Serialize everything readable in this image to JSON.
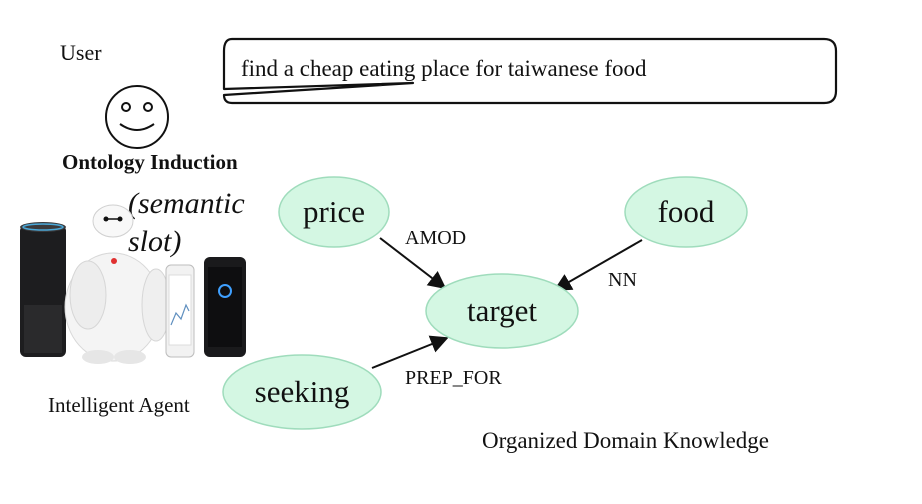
{
  "user": {
    "label": "User"
  },
  "utterance": {
    "text": "find a cheap eating place for taiwanese food"
  },
  "ontology": {
    "title": "Ontology Induction",
    "subtitle": "(semantic slot)"
  },
  "agent": {
    "label": "Intelligent Agent",
    "icon": "smart-devices-and-robot"
  },
  "graph": {
    "nodes": [
      {
        "id": "price",
        "label": "price"
      },
      {
        "id": "food",
        "label": "food"
      },
      {
        "id": "target",
        "label": "target"
      },
      {
        "id": "seeking",
        "label": "seeking"
      }
    ],
    "edges": [
      {
        "from": "price",
        "to": "target",
        "label": "AMOD"
      },
      {
        "from": "food",
        "to": "target",
        "label": "NN"
      },
      {
        "from": "seeking",
        "to": "target",
        "label": "PREP_FOR"
      }
    ],
    "caption": "Organized Domain Knowledge"
  },
  "colors": {
    "node_fill": "#d4f7e3",
    "node_stroke": "#9fdcbc"
  }
}
